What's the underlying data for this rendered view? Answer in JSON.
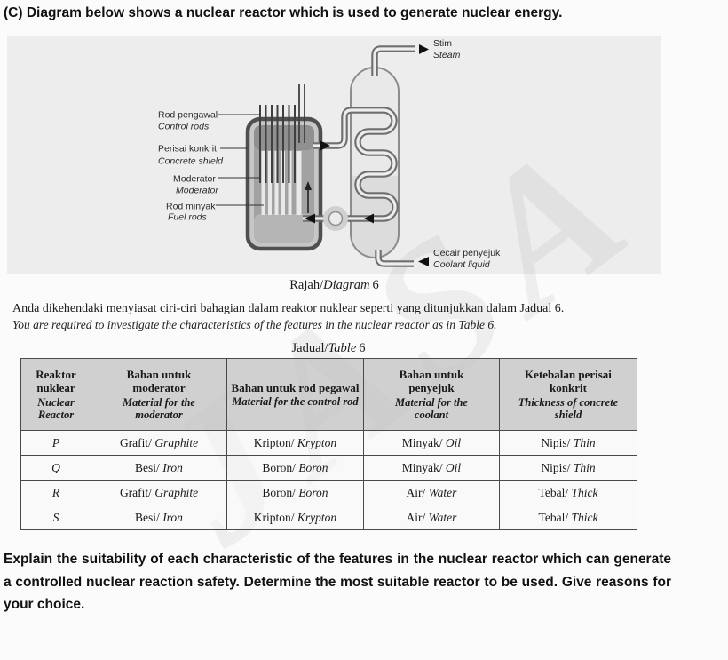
{
  "title": "(C) Diagram below shows a nuclear reactor which is used to generate nuclear energy.",
  "watermark": "JASA",
  "diagram": {
    "caption": {
      "my": "Rajah/",
      "en": "Diagram",
      "num": "6"
    },
    "labels": {
      "control_rods": {
        "my": "Rod pengawal",
        "en": "Control rods"
      },
      "concrete_shield": {
        "my": "Perisai konkrit",
        "en": "Concrete shield"
      },
      "moderator": {
        "my": "Moderator",
        "en": "Moderator"
      },
      "fuel_rods": {
        "my": "Rod minyak",
        "en": "Fuel rods"
      },
      "steam": {
        "my": "Stim",
        "en": "Steam"
      },
      "coolant": {
        "my": "Cecair penyejuk",
        "en": "Coolant liquid"
      }
    }
  },
  "intro": {
    "my": "Anda dikehendaki menyiasat ciri-ciri bahagian dalam reaktor nuklear seperti yang ditunjukkan dalam Jadual 6.",
    "en": "You are required to investigate the characteristics of the features in the nuclear reactor as in Table 6."
  },
  "table": {
    "caption": {
      "my": "Jadual/",
      "en": "Table",
      "num": "6"
    },
    "headers": [
      {
        "my": "Reaktor nuklear",
        "en": "Nuclear Reactor"
      },
      {
        "my": "Bahan untuk moderator",
        "en": "Material for the moderator"
      },
      {
        "my": "Bahan untuk rod pegawal",
        "en": "Material for the control rod"
      },
      {
        "my": "Bahan untuk penyejuk",
        "en": "Material for the coolant"
      },
      {
        "my": "Ketebalan perisai konkrit",
        "en": "Thickness of concrete shield"
      }
    ],
    "rows": [
      {
        "reactor": "P",
        "moderator_my": "Grafit/",
        "moderator_en": "Graphite",
        "control_my": "Kripton/",
        "control_en": "Krypton",
        "coolant_my": "Minyak/",
        "coolant_en": "Oil",
        "shield_my": "Nipis/",
        "shield_en": "Thin"
      },
      {
        "reactor": "Q",
        "moderator_my": "Besi/",
        "moderator_en": "Iron",
        "control_my": "Boron/",
        "control_en": "Boron",
        "coolant_my": "Minyak/",
        "coolant_en": "Oil",
        "shield_my": "Nipis/",
        "shield_en": "Thin"
      },
      {
        "reactor": "R",
        "moderator_my": "Grafit/",
        "moderator_en": "Graphite",
        "control_my": "Boron/",
        "control_en": "Boron",
        "coolant_my": "Air/",
        "coolant_en": "Water",
        "shield_my": "Tebal/",
        "shield_en": "Thick"
      },
      {
        "reactor": "S",
        "moderator_my": "Besi/",
        "moderator_en": "Iron",
        "control_my": "Kripton/",
        "control_en": "Krypton",
        "coolant_my": "Air/",
        "coolant_en": "Water",
        "shield_my": "Tebal/",
        "shield_en": "Thick"
      }
    ]
  },
  "question": "Explain the suitability of each characteristic of the features in the nuclear reactor which can generate a controlled nuclear reaction safety. Determine the most suitable reactor to be used. Give reasons for your choice."
}
